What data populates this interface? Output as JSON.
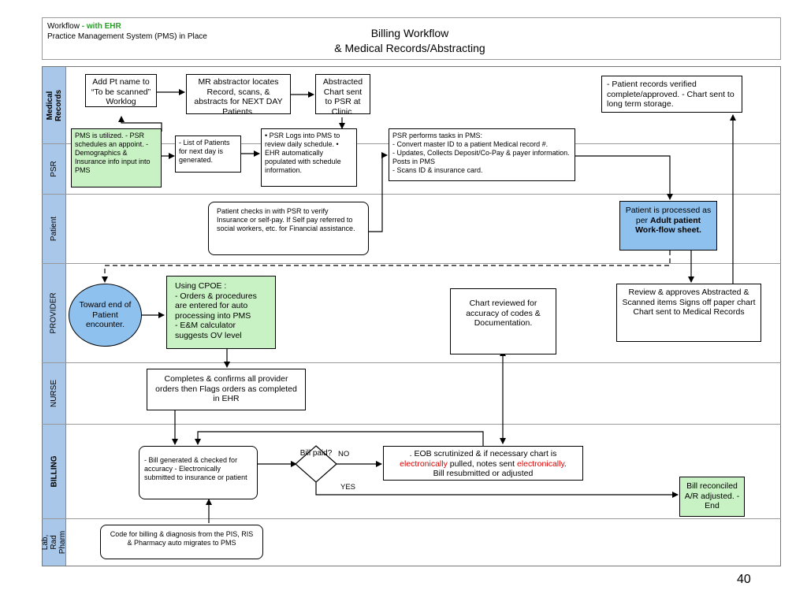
{
  "header": {
    "line1_prefix": "Workflow ",
    "line1_ehr": "- with EHR",
    "line2": "Practice Management System (PMS) in Place",
    "title1": "Billing Workflow",
    "title2": "& Medical Records/Abstracting"
  },
  "lanes": {
    "medical_records": "Medical Records",
    "psr": "PSR",
    "patient": "Patient",
    "provider": "PROVIDER",
    "nurse": "NURSE",
    "billing": "BILLING",
    "lab": "Lab, Rad Pharm"
  },
  "boxes": {
    "add_pt": "Add Pt name to “To be scanned” Worklog",
    "mr_abstractor": "MR abstractor locates Record, scans, & abstracts for NEXT DAY Patients.",
    "abstracted_chart": "Abstracted Chart sent to PSR at Clinic.",
    "records_verified": "- Patient records verified complete/approved. - Chart sent to long term storage.",
    "pms_utilized": "PMS is utilized. - PSR schedules an appoint. - Demographics & Insurance info input into PMS",
    "list_patients": "- List of Patients for next day is generated.",
    "psr_logs": "• PSR Logs into PMS to review daily schedule. • EHR automatically populated with schedule information.",
    "psr_tasks_title": "PSR performs tasks in PMS:",
    "psr_tasks_1": "- Convert master ID to a patient Medical record #.",
    "psr_tasks_2": "- Updates, Collects Deposit/Co-Pay & payer information. Posts in PMS",
    "psr_tasks_3": "- Scans ID & insurance card.",
    "patient_checks": "Patient checks in with PSR to verify Insurance or self-pay. If Self pay referred to social workers, etc. for Financial assistance.",
    "processed_prefix": "Patient is processed as per ",
    "processed_bold": "Adult patient Work-flow sheet.",
    "toward_end": "Toward end of Patient encounter.",
    "cpoe_1": "Using CPOE :",
    "cpoe_2": "- Orders & procedures are entered for auto processing into PMS",
    "cpoe_3": "- E&M calculator suggests OV level",
    "chart_reviewed": "Chart reviewed for accuracy of codes & Documentation.",
    "review_approves": "Review & approves Abstracted & Scanned items Signs off paper chart Chart sent to Medical Records",
    "nurse_completes": "Completes & confirms all provider orders then Flags orders as completed in EHR",
    "bill_generated": "- Bill generated & checked for accuracy - Electronically submitted to insurance or patient",
    "bill_paid": "Bill paid?",
    "no_label": "NO",
    "yes_label": "YES",
    "eob_1": ". EOB scrutinized & if necessary chart is",
    "eob_red1": "electronically",
    "eob_2": " pulled, notes sent ",
    "eob_red2": "electronically",
    "eob_3": ".",
    "eob_4": "Bill resubmitted or adjusted",
    "bill_reconciled": "Bill reconciled A/R adjusted. - End",
    "code_billing": "Code for billing & diagnosis from the PIS, RIS & Pharmacy auto migrates to PMS"
  },
  "page_number": "40"
}
